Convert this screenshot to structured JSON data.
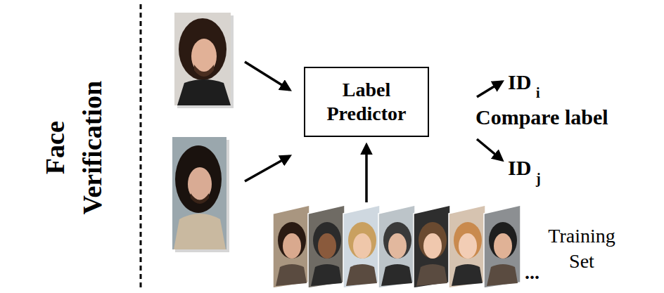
{
  "diagram": {
    "nodes": [
      {
        "text": [
          "Label Predictor"
        ]
      }
    ],
    "labels": [
      "Face Verification",
      "ID",
      "i",
      "ID",
      "j",
      "Compare label",
      "...",
      "Training Set"
    ]
  }
}
